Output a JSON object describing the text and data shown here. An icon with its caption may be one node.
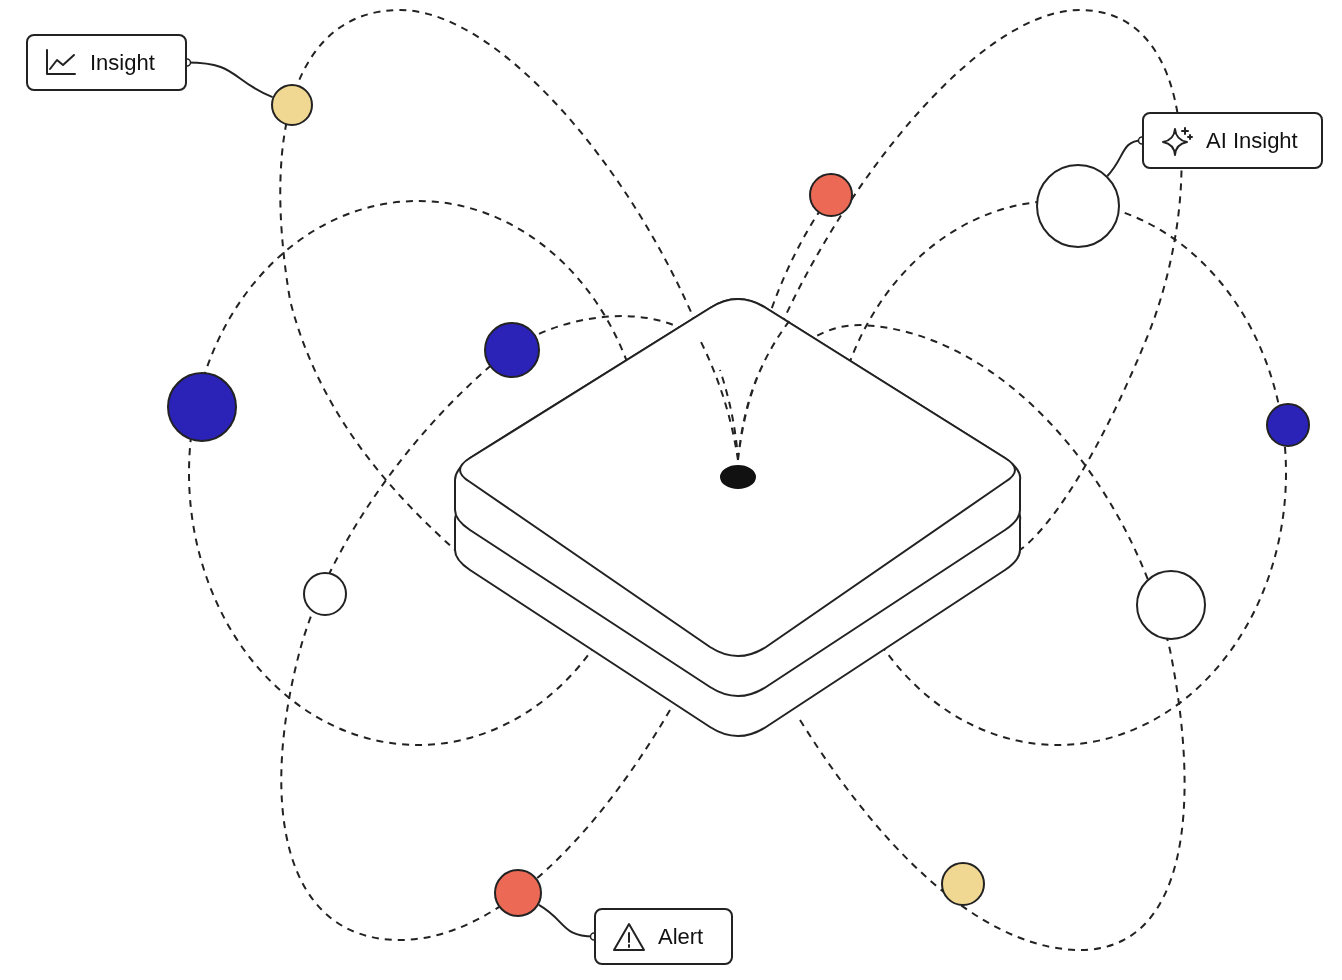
{
  "diagram": {
    "nodes": [
      {
        "text": [
          "Insight"
        ]
      },
      {
        "text": [],
        "shape": "circle"
      },
      {
        "text": [
          "AI Insight"
        ]
      },
      {
        "text": [],
        "shape": "circle"
      },
      {
        "text": [
          "Alert"
        ]
      },
      {
        "text": [],
        "shape": "circle"
      }
    ],
    "edges": [
      {
        "from": 0,
        "to": 1,
        "arrow": "other"
      },
      {
        "from": 2,
        "to": 3,
        "arrow": "other"
      },
      {
        "from": 4,
        "to": 5,
        "arrow": "other"
      }
    ]
  }
}
